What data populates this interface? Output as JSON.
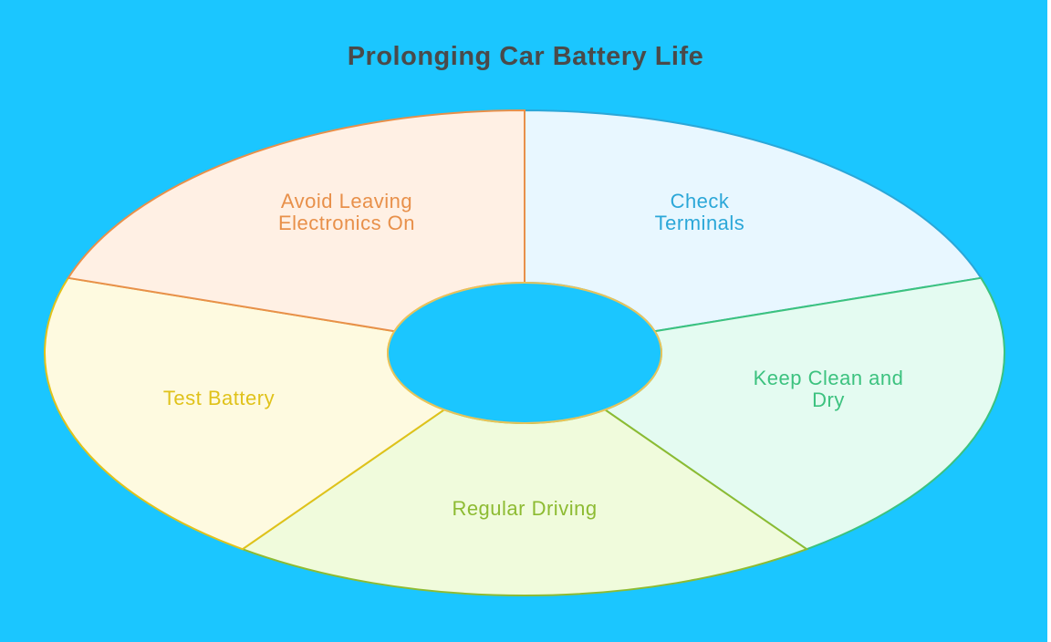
{
  "title": "Prolonging Car Battery Life",
  "segments": [
    {
      "line1": "Check",
      "line2": "Terminals",
      "fill": "#e8f7ff",
      "stroke": "#2ba7d8",
      "text_color": "#2ba7d8"
    },
    {
      "line1": "Keep Clean and",
      "line2": "Dry",
      "fill": "#e4fbf1",
      "stroke": "#3cc27f",
      "text_color": "#3cc27f"
    },
    {
      "line1": "Regular Driving",
      "line2": "",
      "fill": "#f0fbdc",
      "stroke": "#8dbb32",
      "text_color": "#8dbb32"
    },
    {
      "line1": "Test Battery",
      "line2": "",
      "fill": "#fefae0",
      "stroke": "#e0c21a",
      "text_color": "#e0c21a"
    },
    {
      "line1": "Avoid Leaving",
      "line2": "Electronics On",
      "fill": "#fff0e4",
      "stroke": "#e8904a",
      "text_color": "#e8904a"
    }
  ],
  "center_color": "#1bc6ff"
}
